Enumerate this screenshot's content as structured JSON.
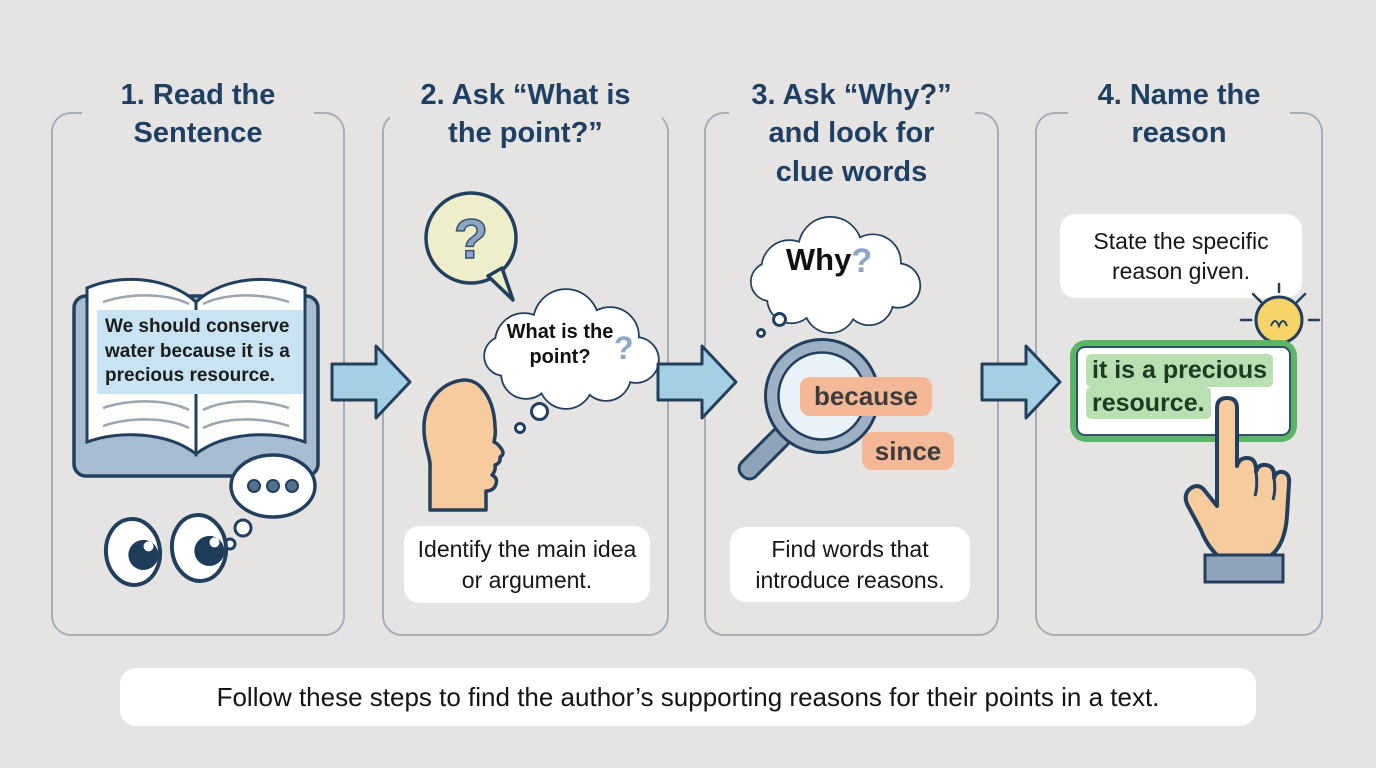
{
  "colors": {
    "background": "#e5e4e2",
    "panel_border": "#a7aeb8",
    "title_text": "#1f3f63",
    "outline_navy": "#22405e",
    "arrow_fill": "#a5cfe4",
    "clue_salmon": "#f5b896",
    "skin_peach": "#f6cb9e",
    "speech_yellow": "#eeeecb",
    "bulb_yellow": "#f7d468",
    "green_border": "#5cb567",
    "green_highlight": "#b9dfb2",
    "blue_highlight": "#c8e3f2",
    "steel_blue": "#8fa3ba"
  },
  "steps": [
    {
      "title": "1. Read the Sentence",
      "sentence": "We should conserve water because it is a precious resource."
    },
    {
      "title": "2. Ask “What is the point?”",
      "speech_mark": "?",
      "thought_text": "What is the point?",
      "thought_mark": "?",
      "caption": "Identify the main idea or argument."
    },
    {
      "title": "3. Ask “Why?” and look for clue words",
      "thought_text": "Why",
      "thought_mark": "?",
      "clue_words": [
        "because",
        "since"
      ],
      "caption": "Find words that introduce reasons."
    },
    {
      "title": "4. Name the reason",
      "note": "State the specific reason given.",
      "reason_line1": "it is a precious",
      "reason_line2": "resource."
    }
  ],
  "footer": "Follow these steps to find the author’s supporting reasons for their points in a text."
}
